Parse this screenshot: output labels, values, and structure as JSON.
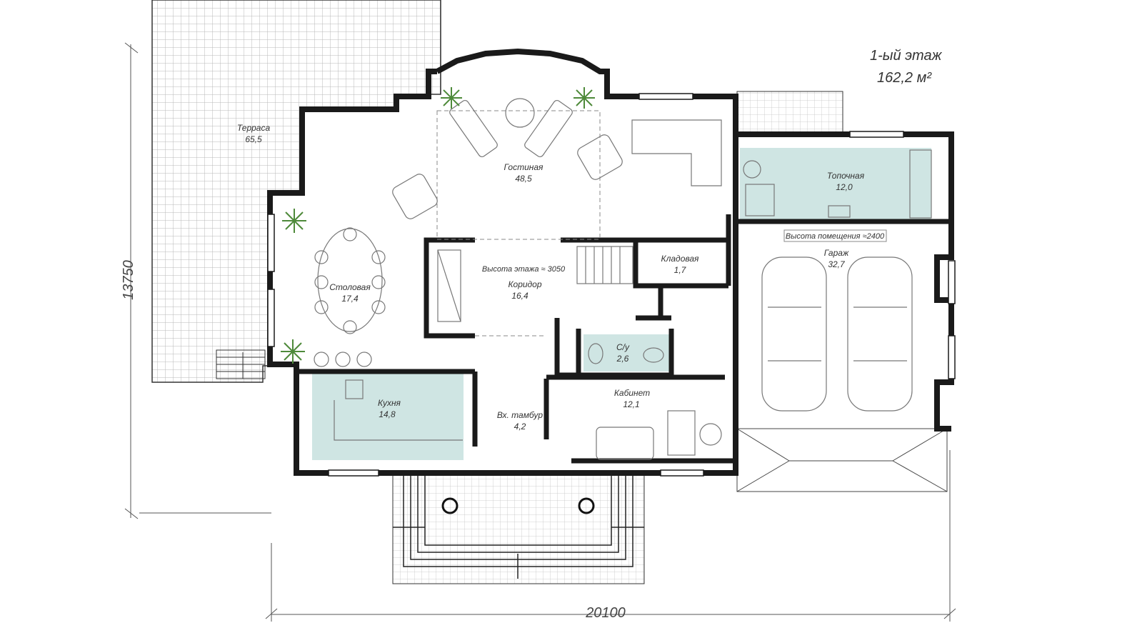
{
  "header": {
    "floor": "1-ый этаж",
    "area": "162,2 м²"
  },
  "dimensions": {
    "width": "20100",
    "height": "13750"
  },
  "notes": {
    "floor_height": "Высота этажа ≈ 3050",
    "room_height": "Высота помещения ≈2400"
  },
  "rooms": {
    "terrace": {
      "name": "Терраса",
      "area": "65,5"
    },
    "living": {
      "name": "Гостиная",
      "area": "48,5"
    },
    "dining": {
      "name": "Столовая",
      "area": "17,4"
    },
    "corridor": {
      "name": "Коридор",
      "area": "16,4"
    },
    "pantry": {
      "name": "Кладовая",
      "area": "1,7"
    },
    "boiler": {
      "name": "Топочная",
      "area": "12,0"
    },
    "garage": {
      "name": "Гараж",
      "area": "32,7"
    },
    "wc": {
      "name": "С/у",
      "area": "2,6"
    },
    "office": {
      "name": "Кабинет",
      "area": "12,1"
    },
    "kitchen": {
      "name": "Кухня",
      "area": "14,8"
    },
    "vestibule": {
      "name": "Вх. тамбур",
      "area": "4,2"
    }
  },
  "colors": {
    "wall": "#1a1a1a",
    "grid": "#bbbbbb",
    "highlight": "#cfe5e3",
    "line": "#777777"
  }
}
